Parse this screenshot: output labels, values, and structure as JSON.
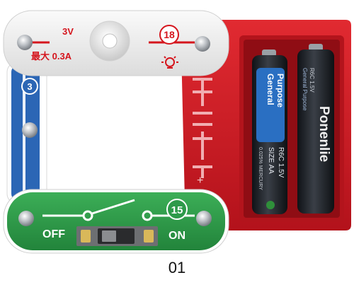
{
  "lamp_module": {
    "voltage": "3V",
    "rating": "最大 0.3A",
    "number": "18"
  },
  "wire_module": {
    "number": "3"
  },
  "switch_module": {
    "off_label": "OFF",
    "on_label": "ON",
    "number": "15"
  },
  "battery_holder": {
    "side_marks": [
      "+",
      "+"
    ]
  },
  "batteries": [
    {
      "lines": [
        "General",
        "Purpose",
        "SIZE AA",
        "R6C 1.5V",
        "0.025% MERCURY"
      ]
    },
    {
      "brand": "Ponenlie",
      "lines": [
        "General Purpose",
        "R6C 1.5V"
      ]
    }
  ],
  "caption": "01",
  "colors": {
    "holder_red": "#d3202a",
    "lamp_white": "#f2f2f2",
    "accent_red": "#d5151d",
    "wire_blue": "#2b66b5",
    "switch_green": "#2e9a4a",
    "battery_black": "#1c1f24",
    "battery_blue": "#2a6fc2"
  }
}
